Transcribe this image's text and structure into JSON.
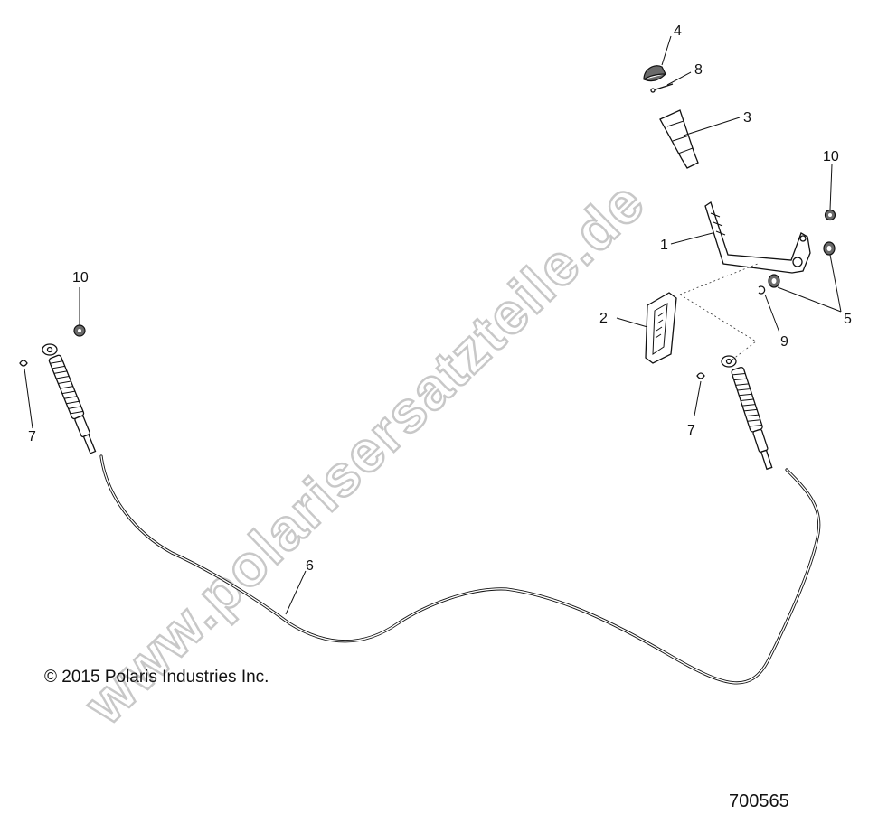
{
  "watermark": "www.polarisersatzteile.de",
  "copyright": "© 2015 Polaris Industries Inc.",
  "diagram_number": "700565",
  "callouts": {
    "c1": "1",
    "c2": "2",
    "c3": "3",
    "c4": "4",
    "c5": "5",
    "c6": "6",
    "c7_left": "7",
    "c7_right": "7",
    "c8": "8",
    "c9": "9",
    "c10_left": "10",
    "c10_right": "10"
  }
}
